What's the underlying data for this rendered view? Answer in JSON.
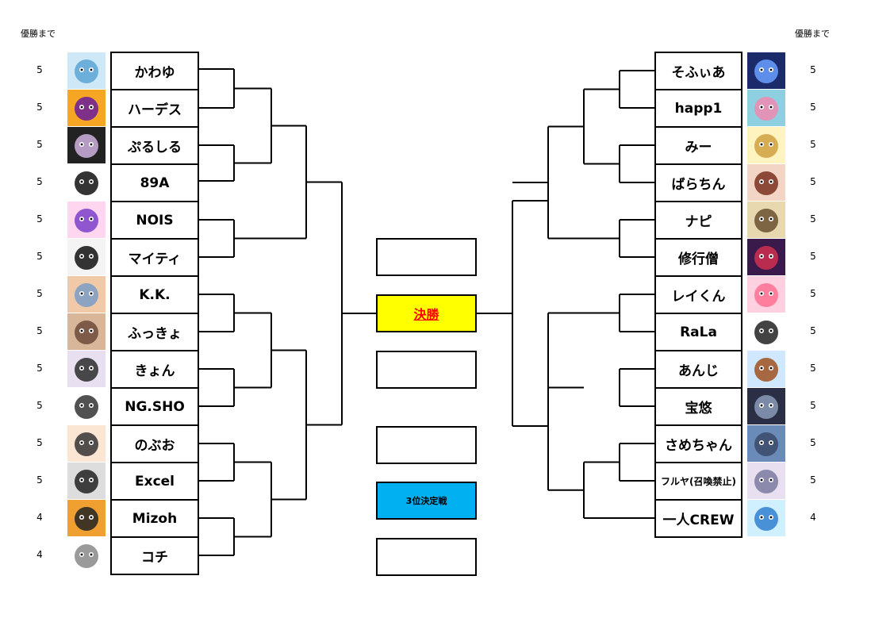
{
  "header": {
    "left": "優勝まで",
    "right": "優勝まで"
  },
  "left_players": [
    {
      "name": "かわゆ",
      "count": "5"
    },
    {
      "name": "ハーデス",
      "count": "5"
    },
    {
      "name": "ぷるしる",
      "count": "5"
    },
    {
      "name": "89A",
      "count": "5"
    },
    {
      "name": "NOIS",
      "count": "5"
    },
    {
      "name": "マイティ",
      "count": "5"
    },
    {
      "name": "K.K.",
      "count": "5"
    },
    {
      "name": "ふっきょ",
      "count": "5"
    },
    {
      "name": "きょん",
      "count": "5"
    },
    {
      "name": "NG.SHO",
      "count": "5"
    },
    {
      "name": "のぶお",
      "count": "5"
    },
    {
      "name": "Excel",
      "count": "5"
    },
    {
      "name": "Mizoh",
      "count": "4"
    },
    {
      "name": "コチ",
      "count": "4"
    }
  ],
  "right_players": [
    {
      "name": "そふぃあ",
      "count": "5"
    },
    {
      "name": "happ1",
      "count": "5"
    },
    {
      "name": "みー",
      "count": "5"
    },
    {
      "name": "ばらちん",
      "count": "5"
    },
    {
      "name": "ナピ",
      "count": "5"
    },
    {
      "name": "修行僧",
      "count": "5"
    },
    {
      "name": "レイくん",
      "count": "5"
    },
    {
      "name": "RaLa",
      "count": "5"
    },
    {
      "name": "あんじ",
      "count": "5"
    },
    {
      "name": "宝悠",
      "count": "5"
    },
    {
      "name": "さめちゃん",
      "count": "5"
    },
    {
      "name": "フルヤ(召喚禁止)",
      "count": "5"
    },
    {
      "name": "一人CREW",
      "count": "4"
    }
  ],
  "center": {
    "final_label": "決勝",
    "third_label": "3位決定戦"
  },
  "colors": {
    "final_bg": "#ffff00",
    "final_text": "#ff0000",
    "third_bg": "#00b0f0",
    "line": "#000000"
  }
}
